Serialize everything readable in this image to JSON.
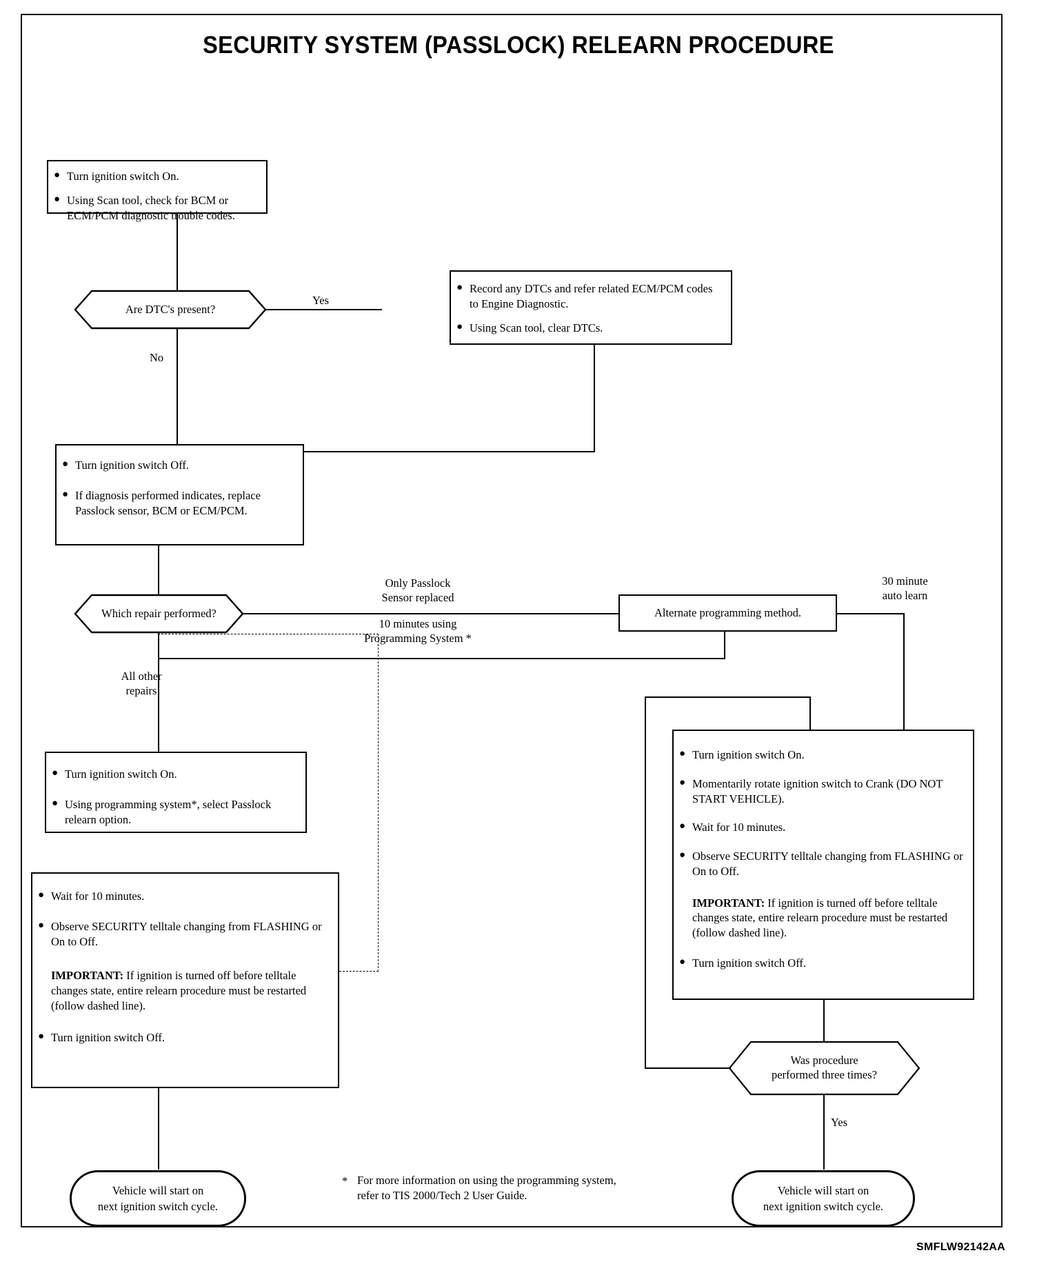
{
  "document": {
    "title": "SECURITY SYSTEM (PASSLOCK) RELEARN PROCEDURE",
    "figure_code": "SMFLW92142AA"
  },
  "nodes": {
    "start_check": {
      "type": "process",
      "bullets": [
        "Turn ignition switch On.",
        "Using Scan tool, check for BCM or ECM/PCM diagnostic trouble codes."
      ]
    },
    "dtc_decision": {
      "type": "decision",
      "label": "Are DTC's present?"
    },
    "record_dtcs": {
      "type": "process",
      "bullets": [
        "Record any DTCs and refer related ECM/PCM codes to Engine Diagnostic.",
        "Using Scan tool, clear DTCs."
      ]
    },
    "ignition_off_repair": {
      "type": "process",
      "bullets": [
        "Turn ignition switch Off.",
        "If diagnosis performed indicates, replace Passlock sensor, BCM or ECM/PCM."
      ]
    },
    "repair_decision": {
      "type": "decision",
      "label": "Which repair performed?"
    },
    "alternate_method": {
      "type": "process",
      "label": "Alternate programming method."
    },
    "programming_select": {
      "type": "process",
      "bullets": [
        "Turn ignition switch On.",
        "Using programming system*, select Passlock relearn option."
      ]
    },
    "left_wait": {
      "type": "process",
      "bullets": [
        "Wait for 10 minutes.",
        "Observe SECURITY telltale changing from FLASHING or On to Off."
      ],
      "important_label": "IMPORTANT:",
      "important_text": " If ignition is turned off before telltale changes state, entire relearn procedure must be restarted (follow dashed line).",
      "tail_bullets": [
        "Turn ignition switch Off."
      ]
    },
    "right_crank": {
      "type": "process",
      "bullets": [
        "Turn ignition switch On.",
        "Momentarily rotate ignition switch to Crank (DO NOT START VEHICLE).",
        "Wait for 10 minutes.",
        "Observe SECURITY telltale changing from FLASHING or On to Off."
      ],
      "important_label": "IMPORTANT:",
      "important_text": " If ignition is turned off before telltale changes state, entire relearn procedure must be restarted (follow dashed line).",
      "tail_bullets": [
        "Turn ignition switch Off."
      ]
    },
    "three_times_decision": {
      "type": "decision",
      "line1": "Was procedure",
      "line2": "performed three times?"
    },
    "end_left": {
      "type": "terminator",
      "line1": "Vehicle will start on",
      "line2": "next ignition switch cycle."
    },
    "end_right": {
      "type": "terminator",
      "line1": "Vehicle will start on",
      "line2": "next ignition switch cycle."
    }
  },
  "edge_labels": {
    "dtc_yes": "Yes",
    "dtc_no": "No",
    "only_passlock_l1": "Only Passlock",
    "only_passlock_l2": "Sensor replaced",
    "ten_minutes_l1": "10 minutes using",
    "ten_minutes_l2": "Programming System *",
    "all_other_l1": "All other",
    "all_other_l2": "repairs",
    "thirty_minute_l1": "30 minute",
    "thirty_minute_l2": "auto learn",
    "three_times_yes": "Yes"
  },
  "footnote": {
    "marker": "*",
    "line1": "For more information on using the programming system,",
    "line2": "refer to TIS 2000/Tech 2 User Guide."
  }
}
